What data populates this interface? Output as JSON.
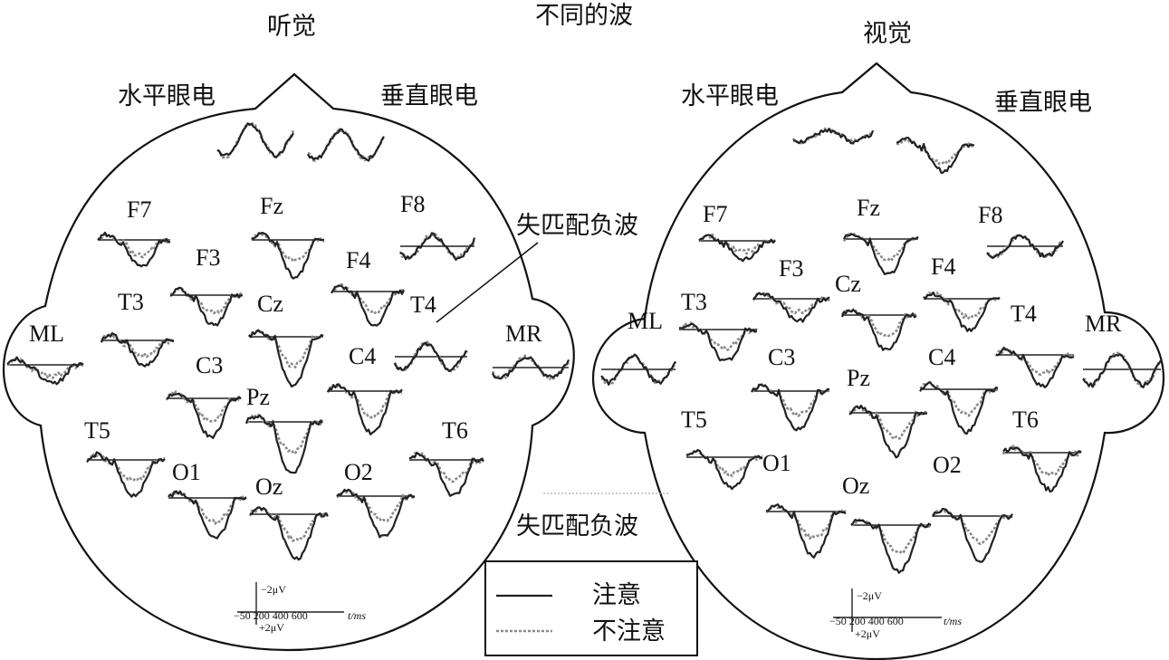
{
  "header": {
    "center_title": "不同的波",
    "left_title": "听觉",
    "right_title": "视觉"
  },
  "heads": [
    {
      "id": "auditory",
      "horizontal_eog": "水平眼电",
      "vertical_eog": "垂直眼电",
      "mmn_label_top": "失匹配负波",
      "mmn_label_bottom": "失匹配负波",
      "electrodes": [
        {
          "label": "F7",
          "type": "neg",
          "amp": 30
        },
        {
          "label": "Fz",
          "type": "neg",
          "amp": 42
        },
        {
          "label": "F8",
          "type": "osc",
          "amp": 16
        },
        {
          "label": "F3",
          "type": "neg",
          "amp": 34
        },
        {
          "label": "F4",
          "type": "neg",
          "amp": 38
        },
        {
          "label": "T3",
          "type": "neg",
          "amp": 30
        },
        {
          "label": "Cz",
          "type": "neg",
          "amp": 55
        },
        {
          "label": "T4",
          "type": "osc",
          "amp": 18
        },
        {
          "label": "ML",
          "type": "neg",
          "amp": 22
        },
        {
          "label": "MR",
          "type": "osc",
          "amp": 14
        },
        {
          "label": "C3",
          "type": "neg",
          "amp": 44
        },
        {
          "label": "C4",
          "type": "neg",
          "amp": 48
        },
        {
          "label": "Pz",
          "type": "neg",
          "amp": 58
        },
        {
          "label": "T5",
          "type": "neg",
          "amp": 40
        },
        {
          "label": "T6",
          "type": "neg",
          "amp": 40
        },
        {
          "label": "O1",
          "type": "neg",
          "amp": 46
        },
        {
          "label": "Oz",
          "type": "neg",
          "amp": 50
        },
        {
          "label": "O2",
          "type": "neg",
          "amp": 46
        }
      ],
      "scale": {
        "neg": "−2μV",
        "pos": "+2μV",
        "ticks": "−50 200 400 600",
        "unit": "t/ms"
      }
    },
    {
      "id": "visual",
      "horizontal_eog": "水平眼电",
      "vertical_eog": "垂直眼电",
      "electrodes": [
        {
          "label": "F7",
          "type": "neg",
          "amp": 22
        },
        {
          "label": "Fz",
          "type": "neg",
          "amp": 40
        },
        {
          "label": "F8",
          "type": "osc",
          "amp": 14
        },
        {
          "label": "F3",
          "type": "neg",
          "amp": 26
        },
        {
          "label": "Cz",
          "type": "neg",
          "amp": 40
        },
        {
          "label": "F4",
          "type": "neg",
          "amp": 36
        },
        {
          "label": "T3",
          "type": "neg",
          "amp": 36
        },
        {
          "label": "ML",
          "type": "osc",
          "amp": 18
        },
        {
          "label": "T4",
          "type": "neg",
          "amp": 36
        },
        {
          "label": "MR",
          "type": "osc",
          "amp": 22
        },
        {
          "label": "C3",
          "type": "neg",
          "amp": 44
        },
        {
          "label": "Pz",
          "type": "neg",
          "amp": 48
        },
        {
          "label": "C4",
          "type": "neg",
          "amp": 48
        },
        {
          "label": "T5",
          "type": "neg",
          "amp": 34
        },
        {
          "label": "T6",
          "type": "neg",
          "amp": 42
        },
        {
          "label": "O1",
          "type": "neg",
          "amp": 50
        },
        {
          "label": "Oz",
          "type": "neg",
          "amp": 52
        },
        {
          "label": "O2",
          "type": "neg",
          "amp": 50
        }
      ],
      "scale": {
        "neg": "−2μV",
        "pos": "+2μV",
        "ticks": "−50 200 400 600",
        "unit": "t/ms"
      }
    }
  ],
  "legend": {
    "attended": "注意",
    "unattended": "不注意"
  },
  "colors": {
    "attended": "#222222",
    "unattended": "#8a8a8a",
    "outline": "#111111"
  }
}
